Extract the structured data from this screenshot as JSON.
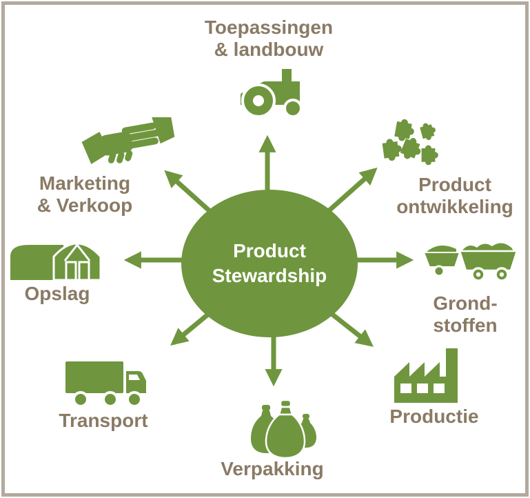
{
  "title": "Product Stewardship",
  "center": {
    "line1": "Product",
    "line2": "Stewardship"
  },
  "nodes": {
    "top": {
      "line1": "Toepassingen",
      "line2": "& landbouw",
      "icon": "tractor-icon"
    },
    "top_right": {
      "line1": "Product",
      "line2": "ontwikkeling",
      "icon": "puzzle-pieces-icon"
    },
    "right": {
      "line1": "Grond-",
      "line2": "stoffen",
      "icon": "harvest-wagons-icon"
    },
    "bottom_right": {
      "line1": "Productie",
      "icon": "factory-icon"
    },
    "bottom": {
      "line1": "Verpakking",
      "icon": "sacks-icon"
    },
    "bottom_left": {
      "line1": "Transport",
      "icon": "truck-icon"
    },
    "left": {
      "line1": "Opslag",
      "icon": "barn-icon"
    },
    "top_left": {
      "line1": "Marketing",
      "line2": "& Verkoop",
      "icon": "handshake-icon"
    }
  },
  "colors": {
    "green": "#6f963e",
    "brown": "#8a7a65",
    "frame": "#b3a99e",
    "bg": "#ffffff"
  }
}
